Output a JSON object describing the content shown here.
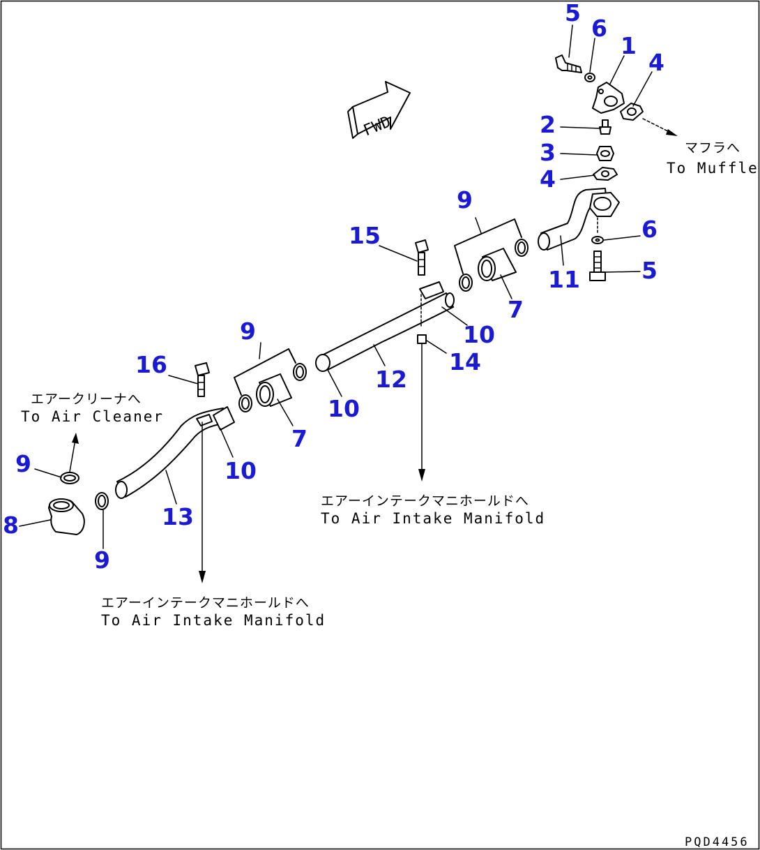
{
  "diagram": {
    "drawing_code": "PQD4456",
    "fwd_label": "FWD",
    "callouts": [
      {
        "id": "c5a",
        "label": "5"
      },
      {
        "id": "c6a",
        "label": "6"
      },
      {
        "id": "c1",
        "label": "1"
      },
      {
        "id": "c4a",
        "label": "4"
      },
      {
        "id": "c2",
        "label": "2"
      },
      {
        "id": "c3",
        "label": "3"
      },
      {
        "id": "c4b",
        "label": "4"
      },
      {
        "id": "c9a",
        "label": "9"
      },
      {
        "id": "c6b",
        "label": "6"
      },
      {
        "id": "c15",
        "label": "15"
      },
      {
        "id": "c5b",
        "label": "5"
      },
      {
        "id": "c11",
        "label": "11"
      },
      {
        "id": "c7a",
        "label": "7"
      },
      {
        "id": "c10a",
        "label": "10"
      },
      {
        "id": "c9b",
        "label": "9"
      },
      {
        "id": "c14",
        "label": "14"
      },
      {
        "id": "c12",
        "label": "12"
      },
      {
        "id": "c16",
        "label": "16"
      },
      {
        "id": "c10b",
        "label": "10"
      },
      {
        "id": "c7b",
        "label": "7"
      },
      {
        "id": "c9c",
        "label": "9"
      },
      {
        "id": "c10c",
        "label": "10"
      },
      {
        "id": "c8",
        "label": "8"
      },
      {
        "id": "c13",
        "label": "13"
      },
      {
        "id": "c9d",
        "label": "9"
      }
    ],
    "annotations": {
      "muffler_jp": "マフラへ",
      "muffler_en": "To Muffler",
      "air_cleaner_jp": "エアークリーナへ",
      "air_cleaner_en": "To Air Cleaner",
      "intake_right_jp": "エアーインテークマニホールドへ",
      "intake_right_en": "To Air Intake Manifold",
      "intake_left_jp": "エアーインテークマニホールドへ",
      "intake_left_en": "To Air Intake Manifold"
    }
  }
}
